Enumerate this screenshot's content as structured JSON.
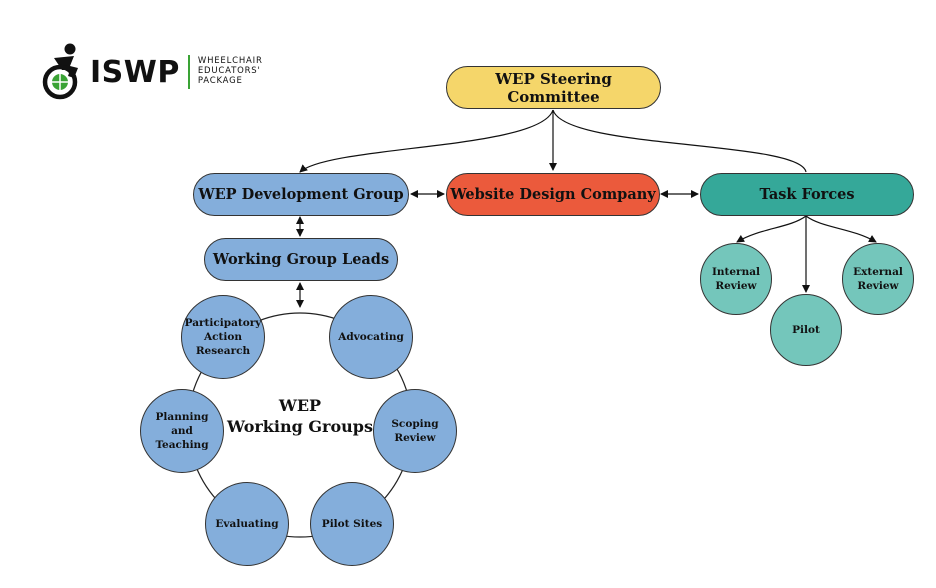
{
  "logo": {
    "wordmark": "ISWP",
    "tagline": "WHEELCHAIR\nEDUCATORS'\nPACKAGE"
  },
  "nodes": {
    "steering_committee": "WEP Steering Committee",
    "development_group": "WEP Development Group",
    "website_company": "Website Design Company",
    "task_forces": "Task Forces",
    "working_group_leads": "Working Group Leads",
    "working_groups_center": "WEP\nWorking Groups",
    "participatory": "Participatory\nAction\nResearch",
    "advocating": "Advocating",
    "scoping": "Scoping\nReview",
    "pilot_sites": "Pilot Sites",
    "evaluating": "Evaluating",
    "planning": "Planning and\nTeaching",
    "internal_review": "Internal\nReview",
    "pilot": "Pilot",
    "external_review": "External\nReview"
  },
  "colors": {
    "blue": "#84aedb",
    "yellow": "#f5d66a",
    "red": "#eb5a3c",
    "teal": "#35a899",
    "light_teal": "#74c6bb",
    "logo_green": "#3aa335"
  }
}
